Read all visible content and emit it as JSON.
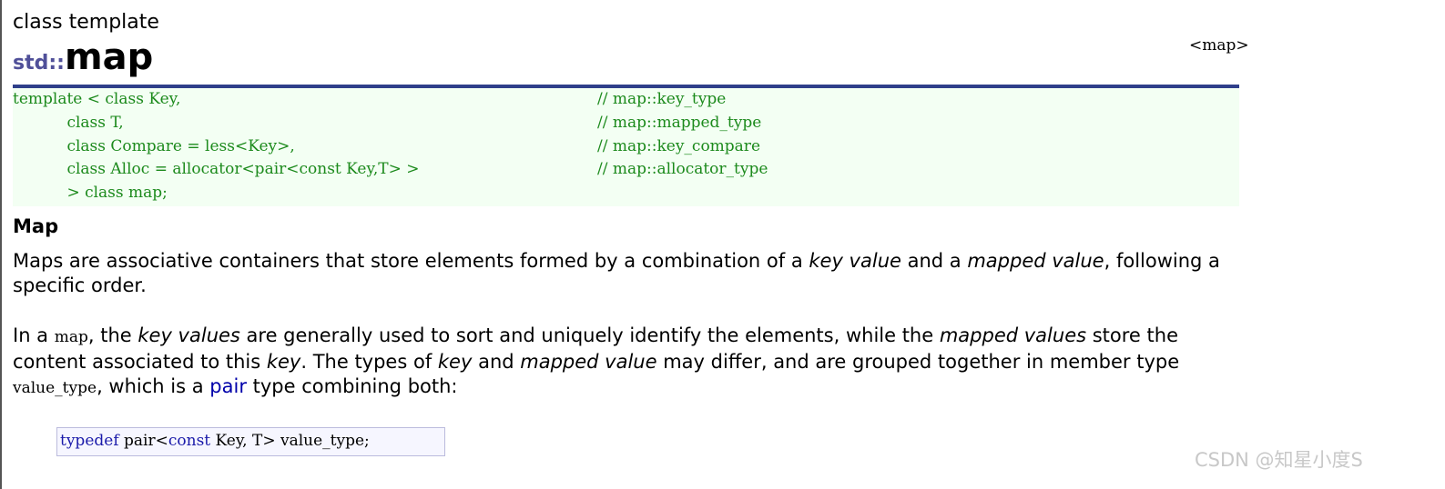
{
  "header": {
    "pre_title": "class template",
    "namespace": "std::",
    "class_name": "map",
    "header_ref": "<map>"
  },
  "prototype": [
    {
      "code": "template < class Key,",
      "comment": "// map::key_type"
    },
    {
      "code": "           class T,",
      "comment": "// map::mapped_type"
    },
    {
      "code": "           class Compare = less<Key>,",
      "comment": "// map::key_compare"
    },
    {
      "code": "           class Alloc = allocator<pair<const Key,T> >",
      "comment": "// map::allocator_type"
    },
    {
      "code": "           > class map;",
      "comment": ""
    }
  ],
  "section": {
    "title": "Map"
  },
  "paragraph1": {
    "t1": "Maps are associative containers that store elements formed by a combination of a ",
    "i1": "key value",
    "t2": " and a ",
    "i2": "mapped value",
    "t3": ", following a specific order."
  },
  "paragraph2": {
    "t1": "In a ",
    "c1": "map",
    "t2": ", the ",
    "i1": "key values",
    "t3": " are generally used to sort and uniquely identify the elements, while the ",
    "i2": "mapped values",
    "t4": " store the content associated to this ",
    "i3": "key",
    "t5": ". The types of ",
    "i4": "key",
    "t6": " and ",
    "i5": "mapped value",
    "t7": " may differ, and are grouped together in member type ",
    "c2": "value_type",
    "t8": ", which is a ",
    "link": "pair",
    "t9": " type combining both:"
  },
  "typedef": {
    "kw1": "typedef",
    "t1": " pair<",
    "kw2": "const",
    "t2": " Key, T> value_type;"
  },
  "watermark": "CSDN @知星小度S"
}
